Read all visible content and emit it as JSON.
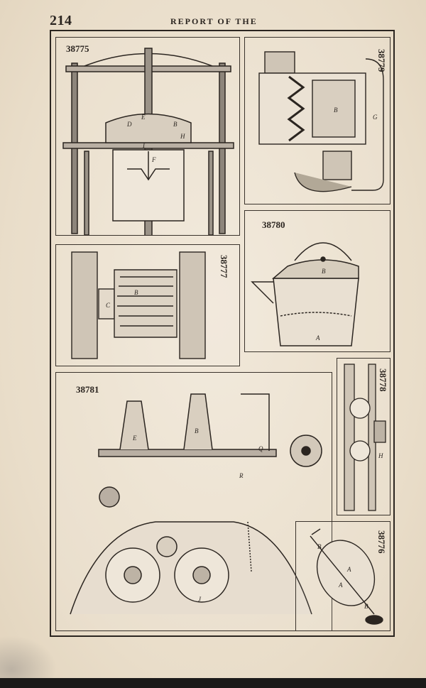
{
  "header": {
    "page_number": "214",
    "running_head": "REPORT OF THE"
  },
  "plate": {
    "figures": [
      {
        "id": "38775"
      },
      {
        "id": "38779"
      },
      {
        "id": "38777"
      },
      {
        "id": "38780"
      },
      {
        "id": "38778"
      },
      {
        "id": "38781"
      },
      {
        "id": "38776"
      }
    ]
  }
}
